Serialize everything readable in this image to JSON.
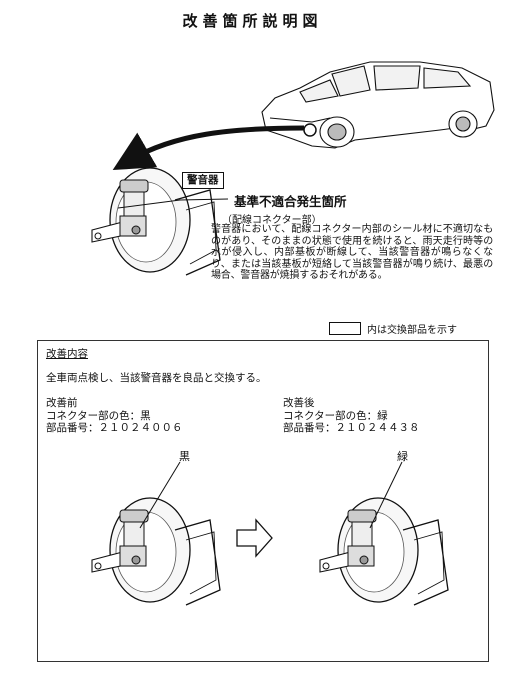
{
  "doc": {
    "title": "改善箇所説明図"
  },
  "diagram": {
    "part_label": "警音器",
    "defect_title": "基準不適合発生箇所",
    "sub_heading": "（配線コネクター部）",
    "description": "警音器において、配線コネクター内部のシール材に不適切なものがあり、そのままの状態で使用を続けると、雨天走行時等の水が侵入し、内部基板が断線して、当該警音器が鳴らなくなり、または当該基板が短絡して当該警音器が鳴り続け、最悪の場合、警音器が焼損するおそれがある。",
    "legend_text": "内は交換部品を示す"
  },
  "remedy": {
    "title": "改善内容",
    "text": "全車両点検し、当該警音器を良品と交換する。",
    "before": {
      "heading": "改善前",
      "color_line": "コネクター部の色：黒",
      "part_line": "部品番号：２１０２４００６",
      "callout": "黒"
    },
    "after": {
      "heading": "改善後",
      "color_line": "コネクター部の色：緑",
      "part_line": "部品番号：２１０２４４３８",
      "callout": "緑"
    }
  }
}
